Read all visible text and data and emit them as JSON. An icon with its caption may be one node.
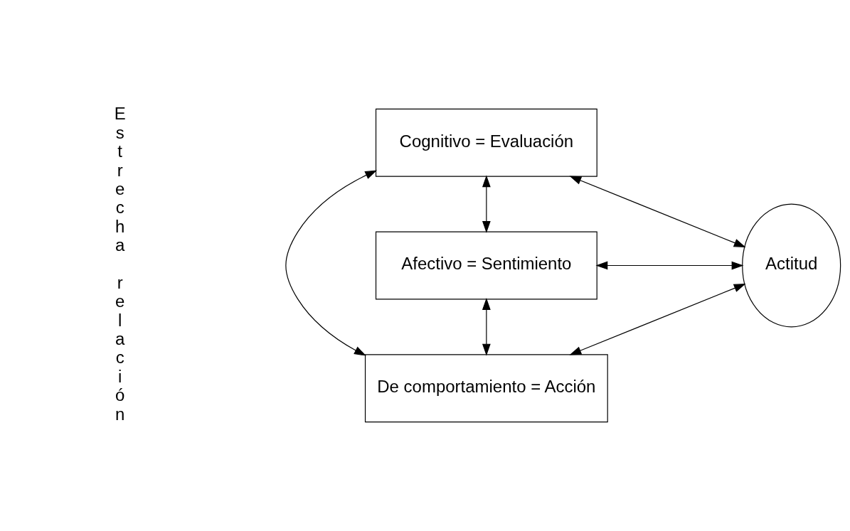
{
  "diagram": {
    "nodes": [
      {
        "text": [
          "Cognitivo = Evaluación"
        ]
      },
      {
        "text": [
          "Afectivo = Sentimiento"
        ]
      },
      {
        "text": [
          "De comportamiento = Acción"
        ]
      },
      {
        "text": [
          "Actitud"
        ]
      }
    ],
    "edges": [
      {
        "from": 0,
        "to": 3,
        "arrow": "both"
      },
      {
        "from": 1,
        "to": 3,
        "arrow": "both"
      },
      {
        "from": 2,
        "to": 3,
        "arrow": "both"
      },
      {
        "from": 0,
        "to": 1,
        "arrow": "both"
      },
      {
        "from": 1,
        "to": 2,
        "arrow": "both"
      },
      {
        "from": 0,
        "to": 2,
        "arrow": "both"
      }
    ],
    "labels": [
      "Estrecha relación"
    ]
  }
}
